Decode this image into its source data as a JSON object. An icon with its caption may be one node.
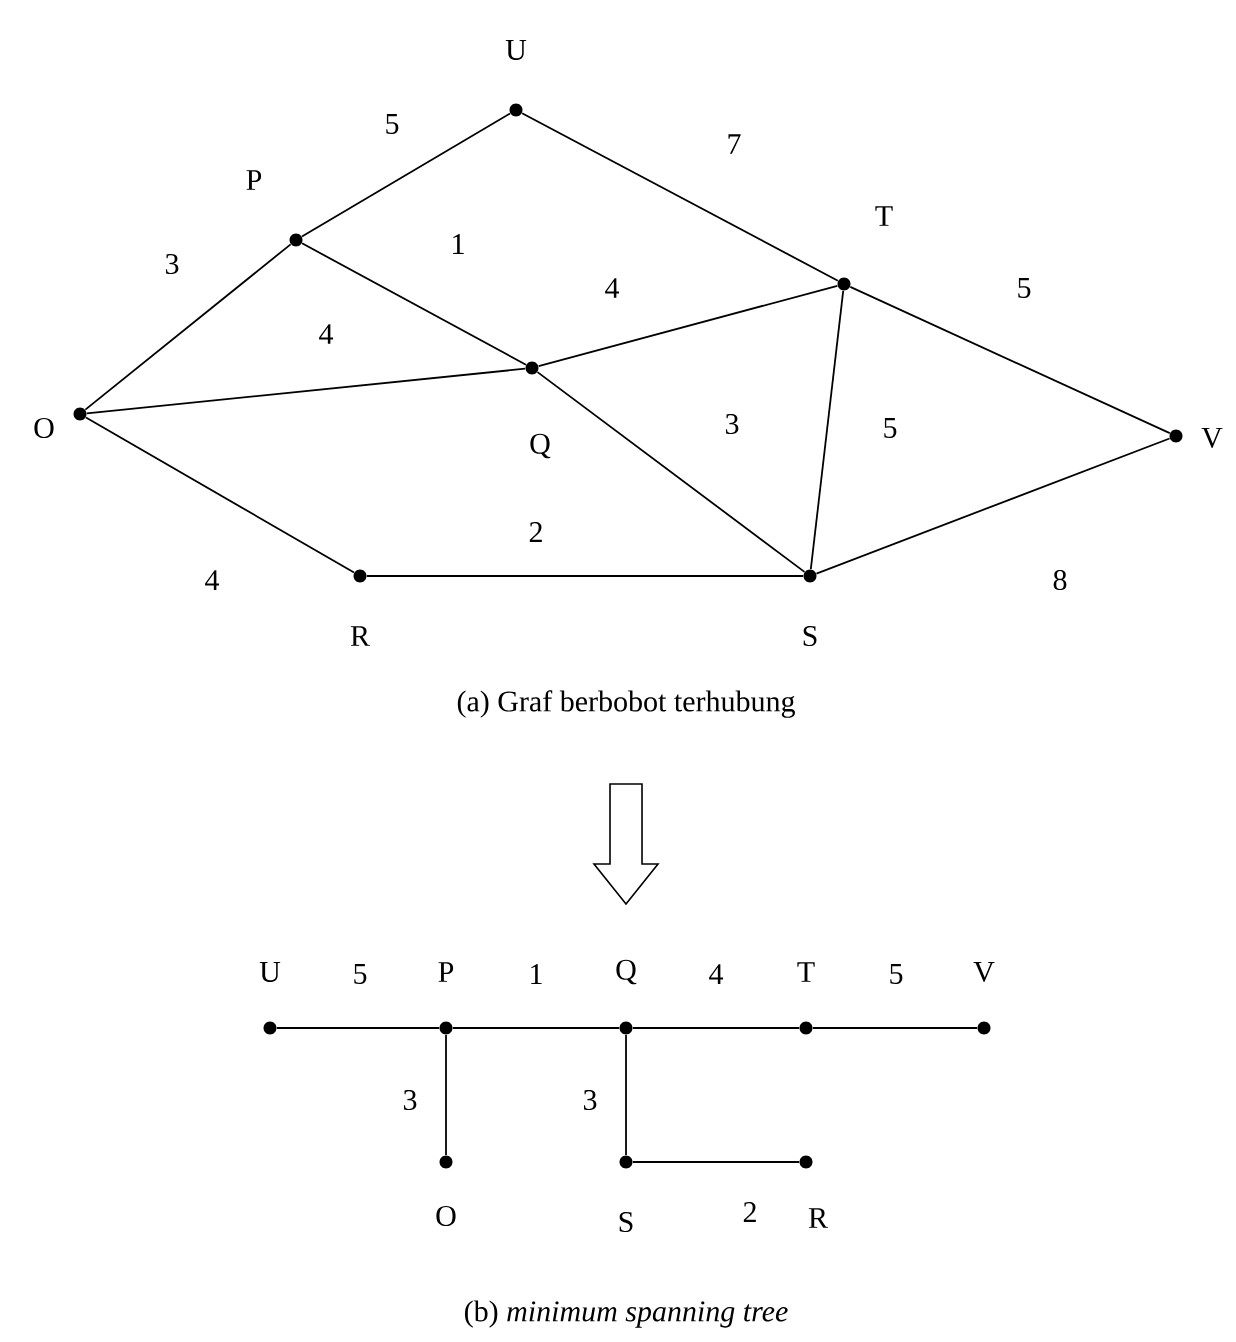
{
  "diagram": {
    "nodes": [
      {
        "text": [
          "U"
        ]
      },
      {
        "text": [
          "P"
        ]
      },
      {
        "text": [
          "T"
        ]
      },
      {
        "text": [
          "Q"
        ]
      },
      {
        "text": [
          "O"
        ]
      },
      {
        "text": [
          "V"
        ]
      },
      {
        "text": [
          "R"
        ]
      },
      {
        "text": [
          "S"
        ]
      },
      {
        "text": [
          "U"
        ]
      },
      {
        "text": [
          "P"
        ]
      },
      {
        "text": [
          "Q"
        ]
      },
      {
        "text": [
          "T"
        ]
      },
      {
        "text": [
          "V"
        ]
      },
      {
        "text": [
          "O"
        ]
      },
      {
        "text": [
          "S"
        ]
      },
      {
        "text": [
          "R"
        ]
      }
    ],
    "edges": [
      {
        "from": 1,
        "to": 0,
        "arrow": "none",
        "label": "5"
      },
      {
        "from": 0,
        "to": 2,
        "arrow": "none",
        "label": "7"
      },
      {
        "from": 4,
        "to": 1,
        "arrow": "none",
        "label": "3"
      },
      {
        "from": 1,
        "to": 3,
        "arrow": "none",
        "label": "1"
      },
      {
        "from": 4,
        "to": 3,
        "arrow": "none",
        "label": "4"
      },
      {
        "from": 3,
        "to": 2,
        "arrow": "none",
        "label": "4"
      },
      {
        "from": 3,
        "to": 7,
        "arrow": "none",
        "label": "3"
      },
      {
        "from": 2,
        "to": 7,
        "arrow": "none",
        "label": "5"
      },
      {
        "from": 2,
        "to": 5,
        "arrow": "none",
        "label": "5"
      },
      {
        "from": 7,
        "to": 5,
        "arrow": "none",
        "label": "8"
      },
      {
        "from": 4,
        "to": 6,
        "arrow": "none",
        "label": "4"
      },
      {
        "from": 6,
        "to": 7,
        "arrow": "none",
        "label": "2"
      },
      {
        "from": 8,
        "to": 9,
        "arrow": "none",
        "label": "5"
      },
      {
        "from": 9,
        "to": 10,
        "arrow": "none",
        "label": "1"
      },
      {
        "from": 10,
        "to": 11,
        "arrow": "none",
        "label": "4"
      },
      {
        "from": 11,
        "to": 12,
        "arrow": "none",
        "label": "5"
      },
      {
        "from": 9,
        "to": 13,
        "arrow": "none",
        "label": "3"
      },
      {
        "from": 10,
        "to": 14,
        "arrow": "none",
        "label": "3"
      },
      {
        "from": 14,
        "to": 15,
        "arrow": "none",
        "label": "2"
      }
    ],
    "labels": [
      "(a) Graf berbobot terhubung",
      "(b) *minimum spanning tree*"
    ]
  }
}
